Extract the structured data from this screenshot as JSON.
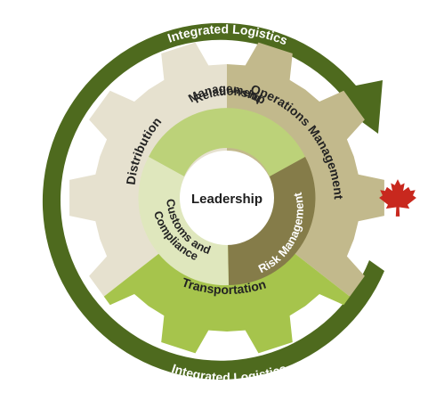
{
  "diagram": {
    "outer_ring": {
      "top_label": "Integrated Logistics",
      "bottom_label": "Integrated Logistics",
      "color": "#4e6a1e"
    },
    "gear_segments": [
      {
        "id": "distribution",
        "label": "Distribution",
        "color": "#e6e1cf"
      },
      {
        "id": "operations",
        "label": "Operations Management",
        "color": "#c2b98c"
      },
      {
        "id": "transportation",
        "label": "Transportation",
        "color": "#a6c44c"
      }
    ],
    "inner_segments": [
      {
        "id": "relationship",
        "label_line1": "Relationship",
        "label_line2": "Management",
        "color": "#bcd279"
      },
      {
        "id": "risk",
        "label": "Risk Management",
        "color": "#857c49"
      },
      {
        "id": "customs",
        "label_line1": "Customs and",
        "label_line2": "Compliance",
        "color": "#dfe7bd"
      }
    ],
    "center": {
      "label": "Leadership",
      "color": "#ffffff"
    },
    "emblem": {
      "icon": "maple-leaf-icon",
      "color": "#c8281e"
    }
  }
}
